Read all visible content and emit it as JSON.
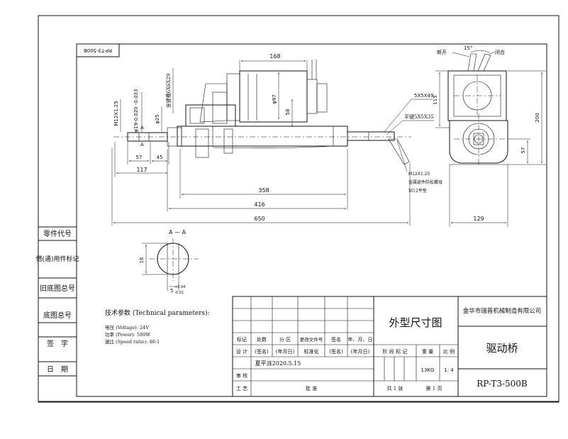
{
  "drawing_number_mirrored": "RP-T3-500B",
  "left_column": {
    "rows": [
      "零件代号",
      "借(通)用件标记",
      "旧底图总号",
      "底图总号",
      "签　字",
      "日　期"
    ]
  },
  "front_view": {
    "dims": {
      "motor_length": "168",
      "motor_dia": "φ97",
      "motor_height": "58",
      "reducer_label": "含键槽6X6X29",
      "shaft_tol": "φ19-0.020\n-0.033",
      "shaft_thread": "M12X1.25",
      "shaft_dia": "φ25",
      "d57": "57",
      "d45": "45",
      "d117": "117",
      "d358": "358",
      "d416": "416",
      "d650": "650",
      "key_a": "5X5X49",
      "key_b": "平键5X5X35",
      "nut_1": "M12X1.25",
      "nut_2": "金属嵌件防松螺母",
      "nut_3": "M12平垫",
      "section_mark": "A"
    }
  },
  "side_view": {
    "labels": {
      "unlock": "断开",
      "lock": "闭合",
      "angle": "15°"
    },
    "dims": {
      "d115": "115",
      "d200": "200",
      "d57": "57",
      "d129": "129"
    }
  },
  "section": {
    "title": "A — A",
    "d16": "16",
    "d5": "5",
    "tol_up": "+0.04",
    "tol_dn": "-0.01"
  },
  "tech": {
    "heading": "技术参数 (Technical parameters):",
    "voltage": "电压 (Voltage): 24V",
    "power": "功率 (Power): 500W",
    "ratio": "速比 (Speed ratio): 40:1"
  },
  "title_block": {
    "drawing_type": "外型尺寸图",
    "company": "金华市瑞普机械制造有限公司",
    "part_name": "驱动桥",
    "drawing_no": "RP-T3-500B",
    "row_labels": [
      "标记",
      "处数",
      "分 区",
      "更改文件号",
      "签名",
      "年、月、日"
    ],
    "design": "设 计",
    "sign": "(签名)",
    "date": "(年月日)",
    "standard": "标准化",
    "sign2": "(签名)",
    "date2": "(年月日)",
    "designer": "夏平派2020.5.15",
    "review": "审 核",
    "process": "工 艺",
    "approve": "批 准",
    "stage": "阶 段 标 记",
    "weight_label": "重 量",
    "scale_label": "比 例",
    "weight": "13KG",
    "scale": "1: 4",
    "sheets": "共 1 张",
    "sheet_no": "第 1 页"
  }
}
